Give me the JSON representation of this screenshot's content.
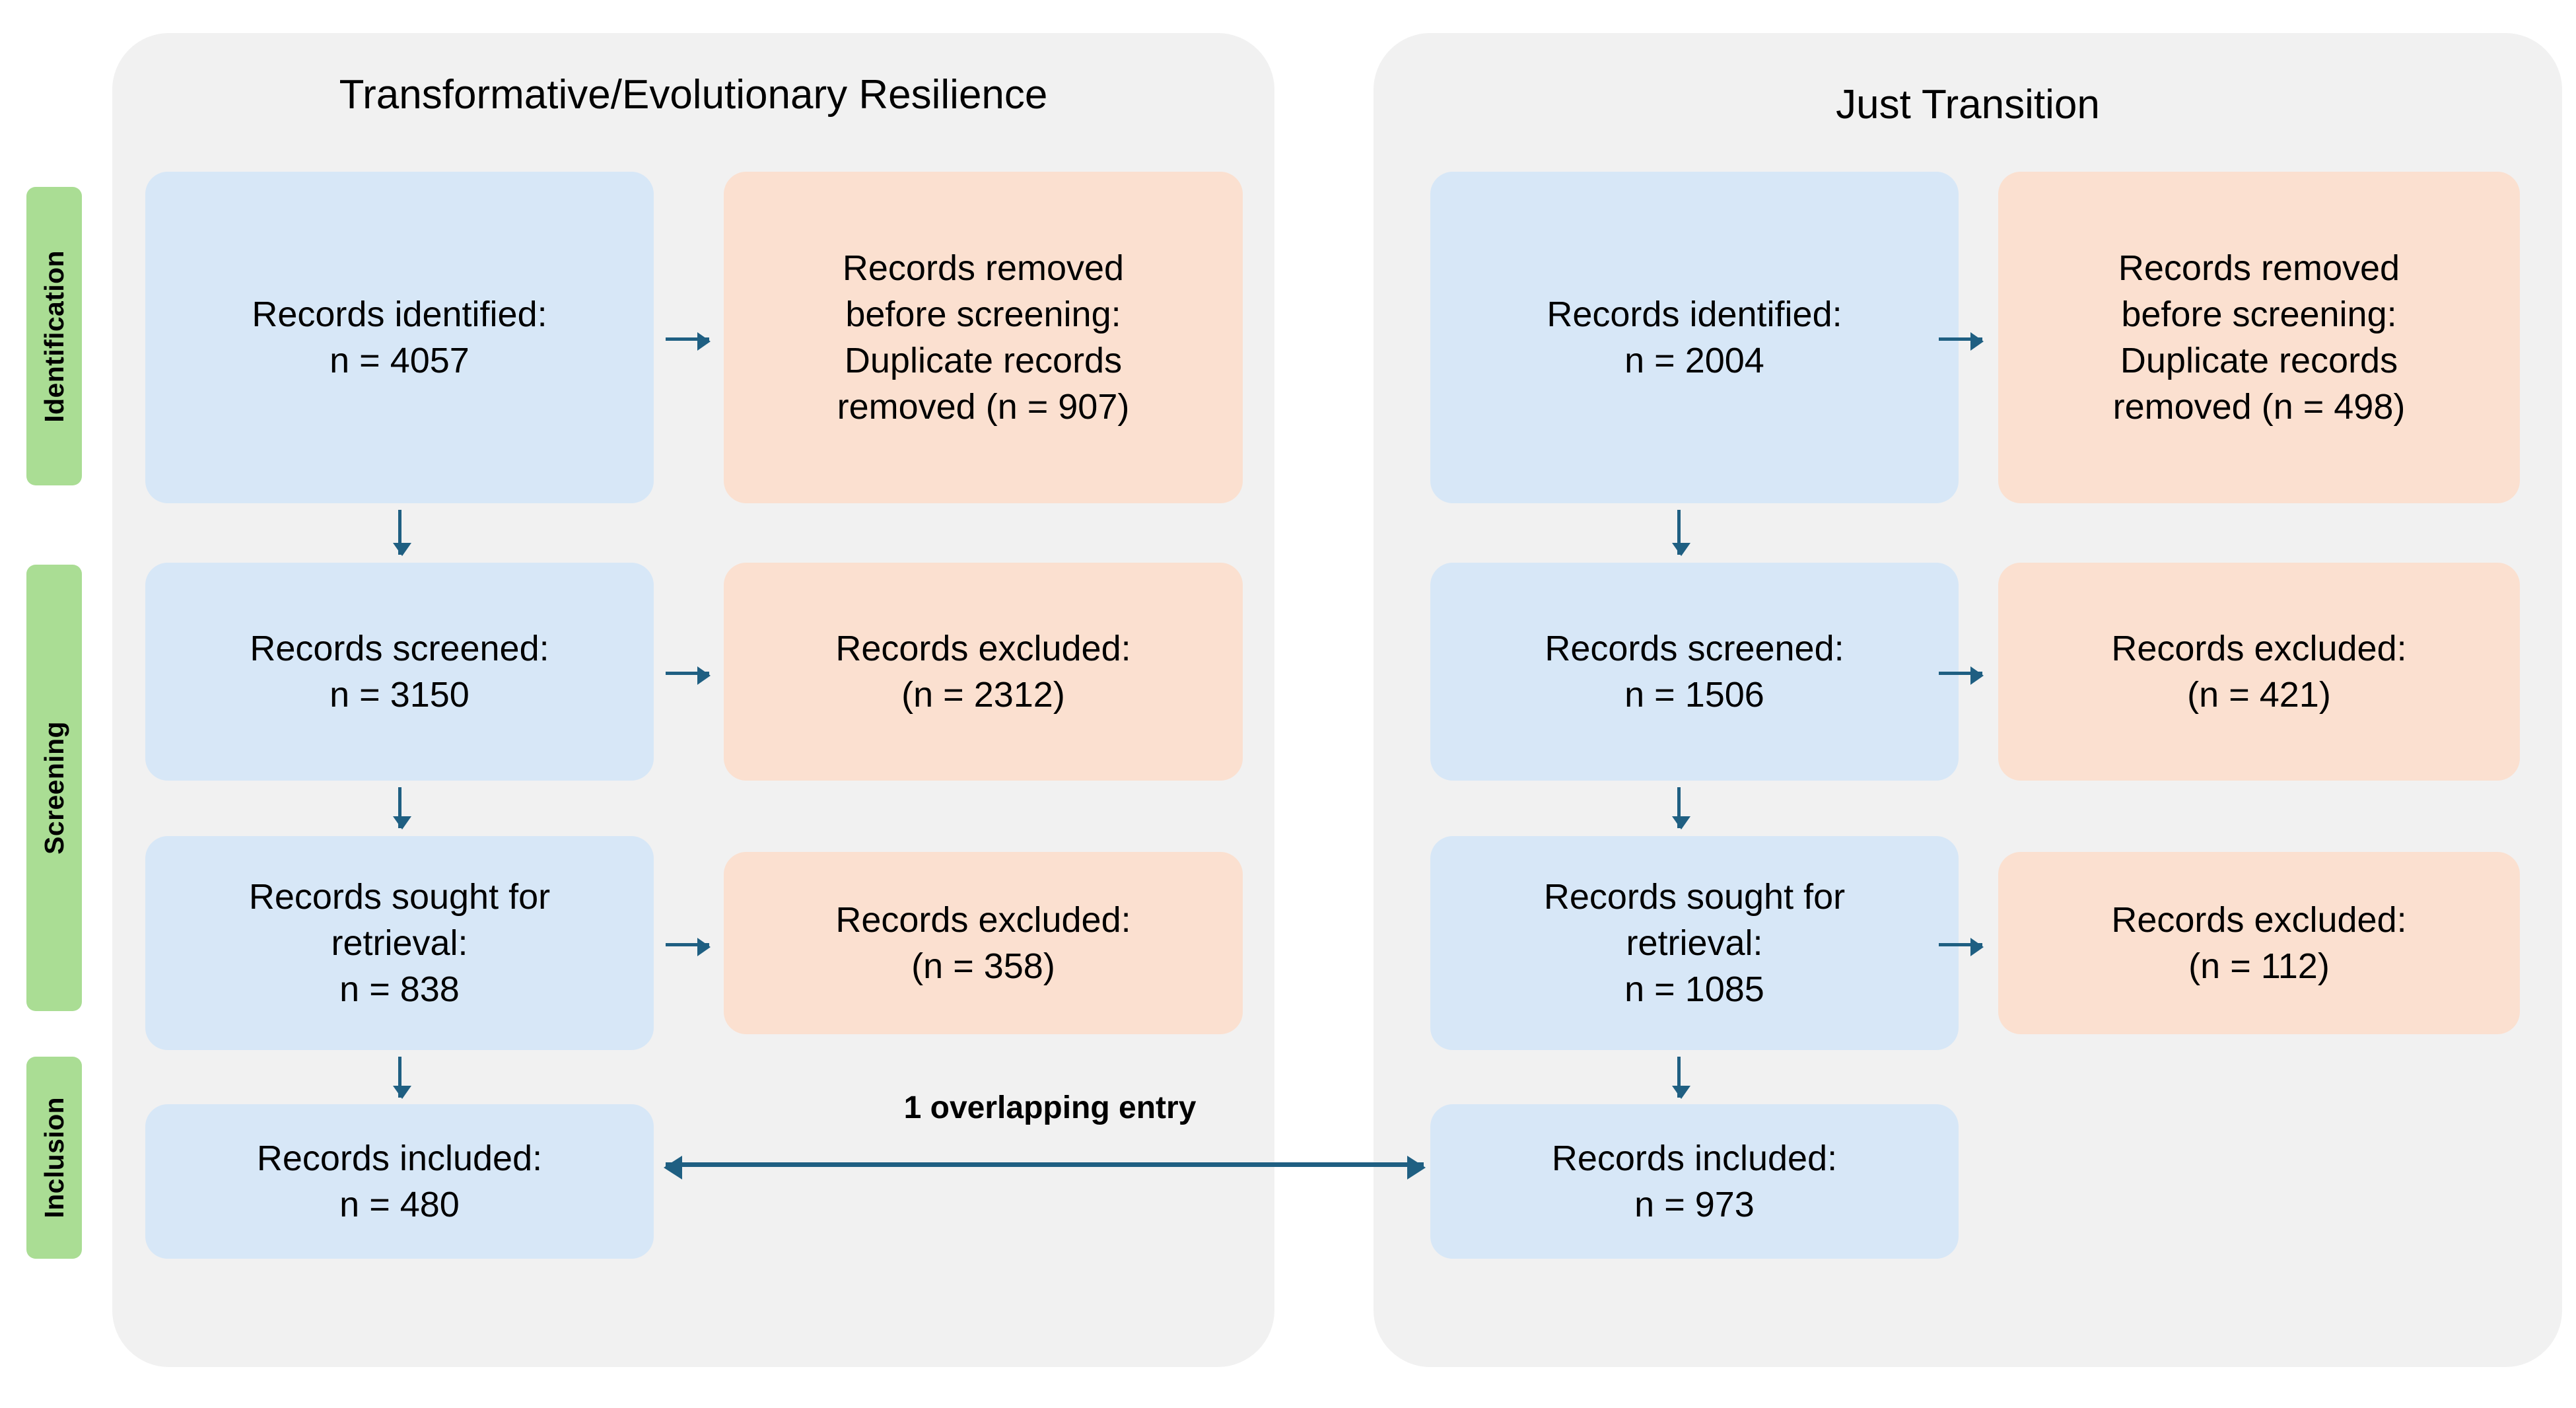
{
  "diagram": {
    "type": "prisma-flow-diagram",
    "colors": {
      "panel_background": "#f1f1f1",
      "box_blue": "#d7e7f7",
      "box_orange": "#fbe0d0",
      "phase_green": "#aadd94",
      "arrow_blue": "#1f5f82",
      "page_background": "#ffffff",
      "text": "#000000"
    }
  },
  "phases": [
    {
      "label": "Identification"
    },
    {
      "label": "Screening"
    },
    {
      "label": "Inclusion"
    }
  ],
  "panels": [
    {
      "title": "Transformative/Evolutionary Resilience",
      "rows": [
        {
          "main": {
            "line1": "Records identified:",
            "line2": "n = 4057",
            "color": "blue"
          },
          "side": {
            "line1": "Records removed",
            "line2": "before screening:",
            "line3": "Duplicate records",
            "line4": "removed  (n = 907)",
            "color": "orange"
          }
        },
        {
          "main": {
            "line1": "Records screened:",
            "line2": "n = 3150",
            "color": "blue"
          },
          "side": {
            "line1": "Records excluded:",
            "line2": "(n = 2312)",
            "color": "orange"
          }
        },
        {
          "main": {
            "line1": "Records sought for",
            "line2": "retrieval:",
            "line3": "n = 838",
            "color": "blue"
          },
          "side": {
            "line1": "Records excluded:",
            "line2": "(n = 358)",
            "color": "orange"
          }
        },
        {
          "main": {
            "line1": "Records included:",
            "line2": "n = 480",
            "color": "blue"
          },
          "side": null
        }
      ]
    },
    {
      "title": "Just Transition",
      "rows": [
        {
          "main": {
            "line1": "Records identified:",
            "line2": "n = 2004",
            "color": "blue"
          },
          "side": {
            "line1": "Records removed",
            "line2": "before screening:",
            "line3": "Duplicate records",
            "line4": "removed  (n = 498)",
            "color": "orange"
          }
        },
        {
          "main": {
            "line1": "Records screened:",
            "line2": "n = 1506",
            "color": "blue"
          },
          "side": {
            "line1": "Records excluded:",
            "line2": "(n = 421)",
            "color": "orange"
          }
        },
        {
          "main": {
            "line1": "Records sought for",
            "line2": "retrieval:",
            "line3": "n = 1085",
            "color": "blue"
          },
          "side": {
            "line1": "Records excluded:",
            "line2": "(n = 112)",
            "color": "orange"
          }
        },
        {
          "main": {
            "line1": "Records included:",
            "line2": "n = 973",
            "color": "blue"
          },
          "side": null
        }
      ]
    }
  ],
  "link": {
    "label": "1 overlapping entry"
  }
}
